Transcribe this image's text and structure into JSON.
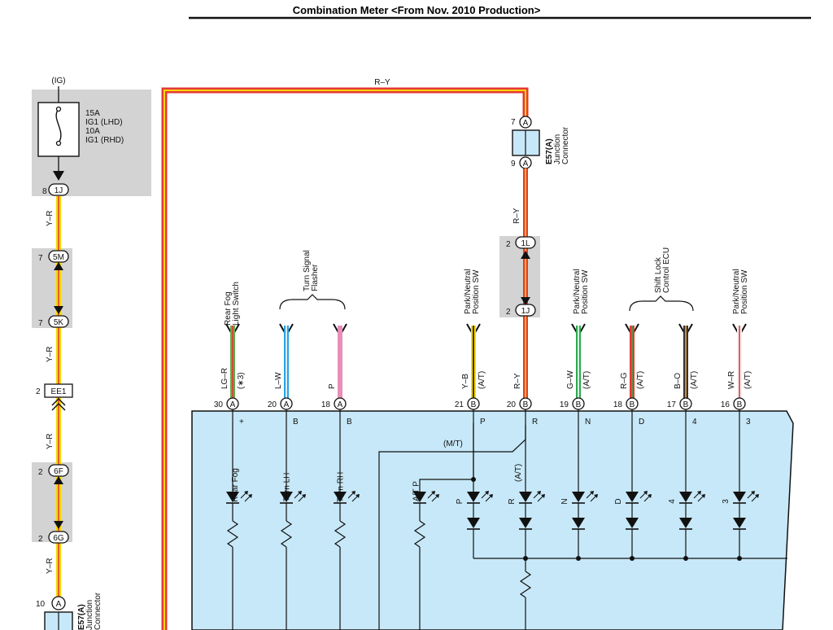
{
  "title": "Combination Meter <From Nov. 2010 Production>",
  "fuse": {
    "ig_label": "(IG)",
    "rating1": "15A",
    "name1": "IG1 (LHD)",
    "rating2": "10A",
    "name2": "IG1 (RHD)"
  },
  "left_harness": {
    "conn_8": "8",
    "conn_1J": "1J",
    "wire1": "Y–R",
    "conn_7a": "7",
    "conn_5M": "5M",
    "conn_7b": "7",
    "conn_5K": "5K",
    "wire2": "Y–R",
    "conn_2a": "2",
    "conn_EE1": "EE1",
    "wire3": "Y–R",
    "conn_2b": "2",
    "conn_6F": "6F",
    "conn_2c": "2",
    "conn_6G": "6G",
    "wire4": "Y–R",
    "conn_10": "10",
    "conn_A": "A",
    "bottom_conn_id": "E57(A)",
    "bottom_conn_l1": "Junction",
    "bottom_conn_l2": "Connector"
  },
  "top_wire": {
    "label": "R–Y"
  },
  "junction": {
    "pin_top": "7",
    "pin_top_id": "A",
    "pin_bot": "9",
    "pin_bot_id": "A",
    "name": "E57(A)",
    "desc1": "Junction",
    "desc2": "Connector",
    "wire": "R–Y",
    "c2_pin": "2",
    "c2_id": "1L",
    "c3_pin": "2",
    "c3_id": "1J"
  },
  "components": {
    "rear_fog_l1": "Rear Fog",
    "rear_fog_l2": "Light Switch",
    "turn_flasher_l1": "Turn Signal",
    "turn_flasher_l2": "Flasher",
    "pn_sw1_l1": "Park/Neutral",
    "pn_sw1_l2": "Position SW",
    "pn_sw2_l1": "Park/Neutral",
    "pn_sw2_l2": "Position SW",
    "shift_lock_l1": "Shift Lock",
    "shift_lock_l2": "Control ECU",
    "pn_sw3_l1": "Park/Neutral",
    "pn_sw3_l2": "Position SW"
  },
  "pins": [
    {
      "wire": "LG–R",
      "note": "(∗3)",
      "num": "30",
      "conn": "A",
      "inner": "+",
      "color": "#6aa84f",
      "stripe": "#e53935"
    },
    {
      "wire": "L–W",
      "note": "",
      "num": "20",
      "conn": "A",
      "inner": "B",
      "color": "#29a3e0",
      "stripe": "#ffffff"
    },
    {
      "wire": "P",
      "note": "",
      "num": "18",
      "conn": "A",
      "inner": "B",
      "color": "#e88fb8",
      "stripe": ""
    },
    {
      "wire": "Y–B",
      "note": "(A/T)",
      "num": "21",
      "conn": "B",
      "inner": "P",
      "color": "#f5d800",
      "stripe": "#111111"
    },
    {
      "wire": "R–Y",
      "note": "",
      "num": "20",
      "conn": "B",
      "inner": "R",
      "color": "#e53935",
      "stripe": "#f5d800"
    },
    {
      "wire": "G–W",
      "note": "(A/T)",
      "num": "19",
      "conn": "B",
      "inner": "N",
      "color": "#2ea84f",
      "stripe": "#ffffff"
    },
    {
      "wire": "R–G",
      "note": "(A/T)",
      "num": "18",
      "conn": "B",
      "inner": "D",
      "color": "#e53935",
      "stripe": "#2ea84f"
    },
    {
      "wire": "B–O",
      "note": "(A/T)",
      "num": "17",
      "conn": "B",
      "inner": "4",
      "color": "#333333",
      "stripe": "#f5a033"
    },
    {
      "wire": "W–R",
      "note": "(A/T)",
      "num": "16",
      "conn": "B",
      "inner": "3",
      "color": "#f2f2f2",
      "stripe": "#e53935"
    }
  ],
  "meter": {
    "mt_label": "(M/T)",
    "at_label": "(A/T)",
    "lamps": [
      "Rear Fog",
      "Turn LH",
      "Turn RH",
      "A/T P",
      "P",
      "R",
      "N",
      "D",
      "4",
      "3"
    ]
  },
  "colors": {
    "meter_fill": "#c7e8f8",
    "grey_box": "#d3d3d3",
    "wire_red": "#e53935",
    "wire_yellow": "#f5d800"
  }
}
